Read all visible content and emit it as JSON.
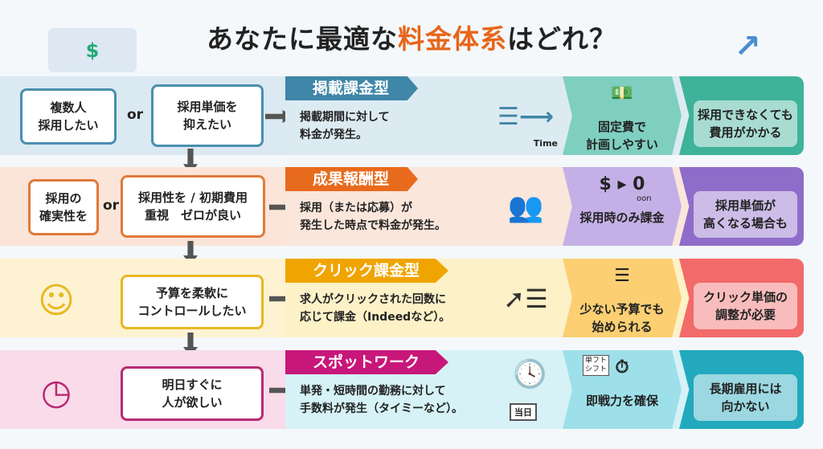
{
  "title": {
    "prefix": "あなたに最適な",
    "highlight": "料金体系",
    "suffix": "はどれ？"
  },
  "rows": [
    {
      "needs": [
        "複数人\n採用したい",
        "採用単価を\n抑えたい"
      ],
      "or": "or",
      "type": "掲載課金型",
      "description": "掲載期間に対して\n料金が発生。",
      "illustration_label": "Time",
      "merit": "固定費で\n計画しやすい",
      "demerit": "採用できなくても\n費用がかかる",
      "colors": {
        "tab": "#3f86a8",
        "panel": "#dcebf1",
        "merit": "#7fcfc0",
        "demerit": "#3fb29a",
        "left": "#dbe9f2",
        "border": "#4a8fb0"
      }
    },
    {
      "needs": [
        "採用の\n確実性を",
        "採用性を / 初期費用\n重視　ゼロが良い"
      ],
      "or": "or",
      "type": "成果報酬型",
      "description": "採用（または応募）が\n発生した時点で料金が発生。",
      "illustration_label": "oon",
      "merit": "採用時のみ課金",
      "demerit": "採用単価が\n高くなる場合も",
      "colors": {
        "tab": "#e86a1c",
        "panel": "#fbe6dc",
        "merit": "#c4b0e6",
        "demerit": "#8e6cc9",
        "left": "#fbe4d8",
        "border": "#e07a3a"
      }
    },
    {
      "needs": [
        "予算を柔軟に\nコントロールしたい"
      ],
      "type": "クリック課金型",
      "description": "求人がクリックされた回数に\n応じて課金（Indeedなど）。",
      "merit": "少ない予算でも\n始められる",
      "demerit": "クリック単価の\n調整が必要",
      "colors": {
        "tab": "#f0a400",
        "panel": "#fdf1c8",
        "merit": "#fbcf72",
        "demerit": "#f26a6a",
        "left": "#fdf3d2",
        "border": "#e8b820"
      }
    },
    {
      "needs": [
        "明日すぐに\n人が欲しい"
      ],
      "type": "スポットワーク",
      "description": "単発・短時間の勤務に対して\n手数料が発生（タイミーなど）。",
      "illustration_label": "当日",
      "illustration_label2": "単フト\nシフト",
      "merit": "即戦力を確保",
      "demerit": "長期雇用には\n向かない",
      "colors": {
        "tab": "#c8177a",
        "panel": "#d6f2f6",
        "merit": "#9ee0ea",
        "demerit": "#22a9bd",
        "left": "#f9dbe9",
        "border": "#b82a74"
      }
    }
  ]
}
